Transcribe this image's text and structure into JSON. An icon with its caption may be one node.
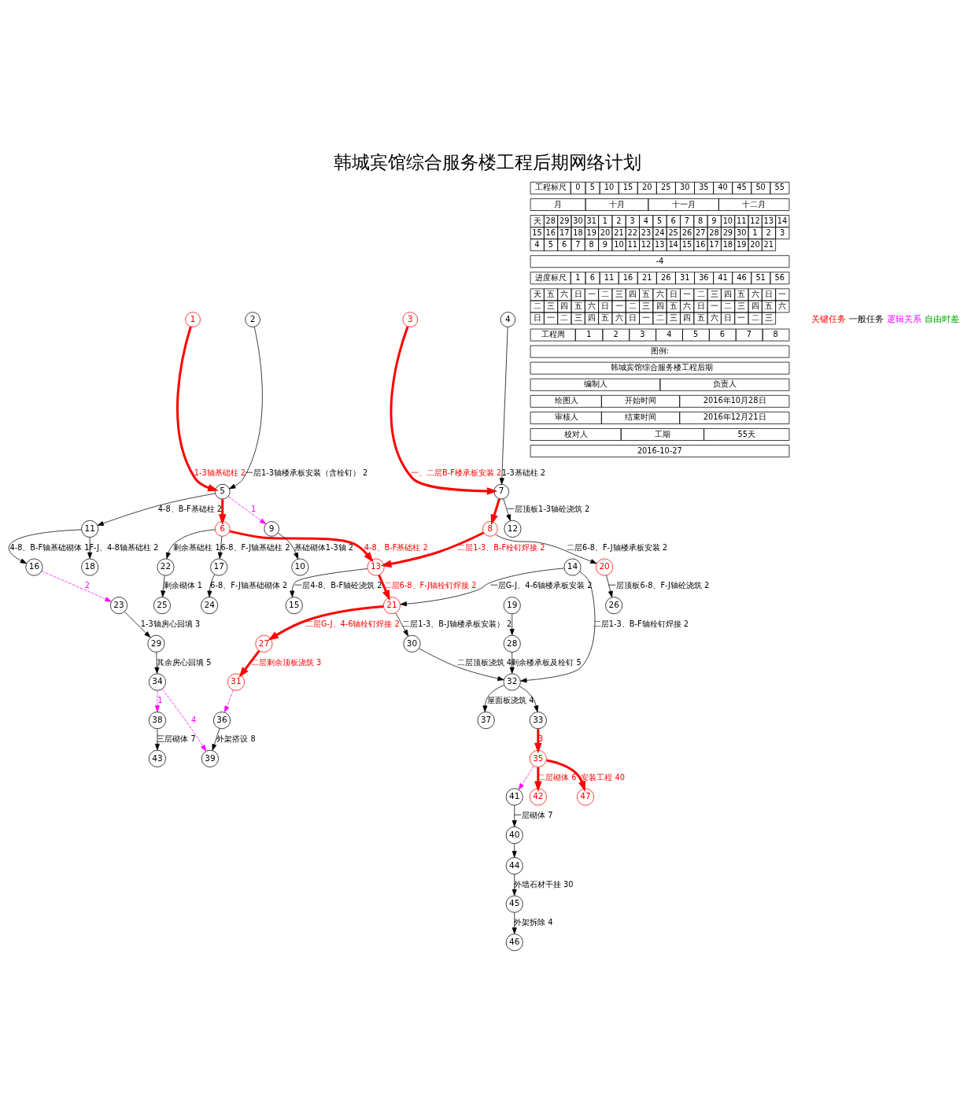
{
  "diagram": {
    "title": "韩城宾馆综合服务楼工程后期网络计划",
    "nodes": [
      {
        "text": [
          "1"
        ]
      },
      {
        "text": [
          "2"
        ]
      },
      {
        "text": [
          "3"
        ]
      },
      {
        "text": [
          "4"
        ]
      },
      {
        "text": [
          "5"
        ]
      },
      {
        "text": [
          "6"
        ]
      },
      {
        "text": [
          "7"
        ]
      },
      {
        "text": [
          "8"
        ]
      },
      {
        "text": [
          "9"
        ]
      },
      {
        "text": [
          "10"
        ]
      },
      {
        "text": [
          "11"
        ]
      },
      {
        "text": [
          "12"
        ]
      },
      {
        "text": [
          "13"
        ]
      },
      {
        "text": [
          "14"
        ]
      },
      {
        "text": [
          "15"
        ]
      },
      {
        "text": [
          "16"
        ]
      },
      {
        "text": [
          "17"
        ]
      },
      {
        "text": [
          "18"
        ]
      },
      {
        "text": [
          "19"
        ]
      },
      {
        "text": [
          "20"
        ]
      },
      {
        "text": [
          "21"
        ]
      },
      {
        "text": [
          "22"
        ]
      },
      {
        "text": [
          "23"
        ]
      },
      {
        "text": [
          "24"
        ]
      },
      {
        "text": [
          "25"
        ]
      },
      {
        "text": [
          "26"
        ]
      },
      {
        "text": [
          "27"
        ]
      },
      {
        "text": [
          "28"
        ]
      },
      {
        "text": [
          "29"
        ]
      },
      {
        "text": [
          "30"
        ]
      },
      {
        "text": [
          "31"
        ]
      },
      {
        "text": [
          "32"
        ]
      },
      {
        "text": [
          "33"
        ]
      },
      {
        "text": [
          "34"
        ]
      },
      {
        "text": [
          "35"
        ]
      },
      {
        "text": [
          "36"
        ]
      },
      {
        "text": [
          "37"
        ]
      },
      {
        "text": [
          "38"
        ]
      },
      {
        "text": [
          "39"
        ]
      },
      {
        "text": [
          "40"
        ]
      },
      {
        "text": [
          "41"
        ]
      },
      {
        "text": [
          "42"
        ]
      },
      {
        "text": [
          "43"
        ]
      },
      {
        "text": [
          "44"
        ]
      },
      {
        "text": [
          "45"
        ]
      },
      {
        "text": [
          "46"
        ]
      },
      {
        "text": [
          "47"
        ]
      }
    ],
    "edges": [
      {
        "from": 0,
        "to": 4,
        "arrow": "to",
        "label": "1-3轴基础柱 2",
        "style": "thick",
        "color": "#ff0000"
      },
      {
        "from": 4,
        "to": 8,
        "arrow": "to",
        "label": "1",
        "style": "dashed",
        "color": "#ff00ff"
      },
      {
        "from": 8,
        "to": 9,
        "arrow": "to",
        "label": "基础砌体1-3轴 2"
      },
      {
        "from": 4,
        "to": 5,
        "arrow": "to",
        "style": "thick",
        "color": "#ff0000"
      },
      {
        "from": 4,
        "to": 10,
        "arrow": "to",
        "label": "4-8、B-F基础柱 2"
      },
      {
        "from": 10,
        "to": 15,
        "arrow": "to",
        "label": "4-8、B-F轴基础砌体 1"
      },
      {
        "from": 5,
        "to": 12,
        "arrow": "to",
        "label": "4-8、B-F基础柱 2",
        "style": "thick",
        "color": "#ff0000"
      },
      {
        "from": 10,
        "to": 17,
        "arrow": "to",
        "label": "F-J、4-8轴基础柱 2"
      },
      {
        "from": 5,
        "to": 16,
        "arrow": "to",
        "label": "6-8、F-J轴基础柱 2"
      },
      {
        "from": 16,
        "to": 23,
        "arrow": "to",
        "label": "6-8、F-J轴基础砌体 2"
      },
      {
        "from": 5,
        "to": 21,
        "arrow": "to",
        "label": "剩余基础柱 1"
      },
      {
        "from": 21,
        "to": 24,
        "arrow": "to",
        "label": "剩余砌体 1"
      },
      {
        "from": 15,
        "to": 22,
        "arrow": "to",
        "label": "2",
        "style": "dashed",
        "color": "#ff00ff"
      },
      {
        "from": 22,
        "to": 28,
        "arrow": "to",
        "label": "1-3轴房心回填 3"
      },
      {
        "from": 28,
        "to": 33,
        "arrow": "to",
        "label": "其余房心回填 5"
      },
      {
        "from": 1,
        "to": 4,
        "arrow": "to",
        "label": "一层1-3轴楼承板安装（含栓钉） 2"
      },
      {
        "from": 3,
        "to": 6,
        "arrow": "to",
        "label": "1-3基础柱 2"
      },
      {
        "from": 2,
        "to": 6,
        "arrow": "to",
        "label": "一、二层B-F楼承板安装 2",
        "style": "thick",
        "color": "#ff0000"
      },
      {
        "from": 6,
        "to": 11,
        "arrow": "to",
        "label": "一层顶板1-3轴砼浇筑 2"
      },
      {
        "from": 6,
        "to": 7,
        "arrow": "to",
        "style": "thick",
        "color": "#ff0000"
      },
      {
        "from": 7,
        "to": 12,
        "arrow": "to",
        "label": "二层1-3、B-F栓钉焊接 2",
        "style": "thick",
        "color": "#ff0000"
      },
      {
        "from": 12,
        "to": 14,
        "arrow": "to",
        "label": "一层4-8、B-F轴砼浇筑 2"
      },
      {
        "from": 7,
        "to": 19,
        "arrow": "to",
        "label": "二层6-8、F-J轴楼承板安装 2"
      },
      {
        "from": 19,
        "to": 25,
        "arrow": "to",
        "label": "一层顶板6-8、F-J轴砼浇筑 2"
      },
      {
        "from": 12,
        "to": 20,
        "arrow": "to",
        "label": "二层6-8、F-J轴栓钉焊接 2",
        "style": "thick",
        "color": "#ff0000"
      },
      {
        "from": 13,
        "to": 20,
        "arrow": "to",
        "label": "一层G-J、4-6轴楼承板安装 2"
      },
      {
        "from": 20,
        "to": 26,
        "arrow": "to",
        "label": "二层G-J、4-6轴栓钉焊接 2",
        "style": "thick",
        "color": "#ff0000"
      },
      {
        "from": 26,
        "to": 30,
        "arrow": "to",
        "label": "二层剩余顶板浇筑 3",
        "style": "thick",
        "color": "#ff0000"
      },
      {
        "from": 20,
        "to": 29,
        "arrow": "to",
        "label": "二层1-3、B-J轴楼承板安装） 2"
      },
      {
        "from": 13,
        "to": 31,
        "arrow": "to",
        "label": "二层1-3、B-F轴栓钉焊接 2"
      },
      {
        "from": 18,
        "to": 27,
        "arrow": "to"
      },
      {
        "from": 27,
        "to": 31,
        "arrow": "to",
        "label": "剩余楼承板及栓钉 5"
      },
      {
        "from": 29,
        "to": 31,
        "arrow": "to",
        "label": "二层顶板浇筑 4"
      },
      {
        "from": 31,
        "to": 36,
        "arrow": "to",
        "label": "屋面板浇筑 4"
      },
      {
        "from": 31,
        "to": 32,
        "arrow": "to"
      },
      {
        "from": 32,
        "to": 34,
        "arrow": "to",
        "label": "3",
        "style": "thick",
        "color": "#ff0000"
      },
      {
        "from": 30,
        "to": 35,
        "arrow": "to",
        "style": "dashed",
        "color": "#ff00ff"
      },
      {
        "from": 33,
        "to": 37,
        "arrow": "to",
        "label": "1",
        "style": "dashed",
        "color": "#ff00ff"
      },
      {
        "from": 33,
        "to": 38,
        "arrow": "to",
        "label": "4",
        "style": "dashed",
        "color": "#ff00ff"
      },
      {
        "from": 34,
        "to": 41,
        "arrow": "to",
        "label": "二层砌体 6",
        "style": "thick",
        "color": "#ff0000"
      },
      {
        "from": 37,
        "to": 42,
        "arrow": "to",
        "label": "三层砌体 7"
      },
      {
        "from": 35,
        "to": 38,
        "arrow": "to",
        "label": "外架搭设 8"
      },
      {
        "from": 40,
        "to": 39,
        "arrow": "to",
        "label": "一层砌体 7"
      },
      {
        "from": 34,
        "to": 40,
        "arrow": "to",
        "style": "dashed",
        "color": "#ff00ff"
      },
      {
        "from": 39,
        "to": 43,
        "arrow": "to"
      },
      {
        "from": 43,
        "to": 44,
        "arrow": "to",
        "label": "外墙石材干挂 30"
      },
      {
        "from": 44,
        "to": 45,
        "arrow": "to",
        "label": "外架拆除 4"
      },
      {
        "from": 34,
        "to": 46,
        "arrow": "to",
        "label": "安装工程 40",
        "style": "thick",
        "color": "#ff0000"
      }
    ],
    "labels": [
      "工程标尺",
      "0",
      "5",
      "10",
      "15",
      "20",
      "25",
      "30",
      "35",
      "40",
      "45",
      "50",
      "55",
      "月",
      "十月",
      "十一月",
      "十二月",
      "天",
      "28",
      "29",
      "30",
      "31",
      "1",
      "2",
      "3",
      "4",
      "5",
      "6",
      "7",
      "8",
      "9",
      "10",
      "11",
      "12",
      "13",
      "14",
      "15",
      "16",
      "17",
      "18",
      "19",
      "20",
      "21",
      "22",
      "23",
      "24",
      "25",
      "26",
      "27",
      "28",
      "29",
      "30",
      "1",
      "2",
      "3",
      "4",
      "5",
      "6",
      "7",
      "8",
      "9",
      "10",
      "11",
      "12",
      "13",
      "14",
      "15",
      "16",
      "17",
      "18",
      "19",
      "20",
      "21",
      "-4",
      "进度标尺",
      "1",
      "6",
      "11",
      "16",
      "21",
      "26",
      "31",
      "36",
      "41",
      "46",
      "51",
      "56",
      "天",
      "五",
      "六",
      "日",
      "一",
      "二",
      "三",
      "四",
      "五",
      "六",
      "日",
      "一",
      "二",
      "三",
      "四",
      "五",
      "六",
      "日",
      "一",
      "二",
      "三",
      "四",
      "五",
      "六",
      "日",
      "一",
      "二",
      "三",
      "四",
      "五",
      "六",
      "日",
      "一",
      "二",
      "三",
      "四",
      "五",
      "六",
      "日",
      "一",
      "二",
      "三",
      "四",
      "五",
      "六",
      "日",
      "一",
      "二",
      "三",
      "四",
      "五",
      "六",
      "日",
      "一",
      "二",
      "三",
      "工程周",
      "1",
      "2",
      "3",
      "4",
      "5",
      "6",
      "7",
      "8",
      "图例:",
      "韩城宾馆综合服务楼工程后期",
      "编制人",
      "负责人",
      "绘图人",
      "开始时间",
      "2016年10月28日",
      "审核人",
      "结束时间",
      "2016年12月21日",
      "校对人",
      "工期",
      "55天",
      "2016-10-27"
    ],
    "legend": [
      {
        "text": "关键任务"
      },
      {
        "text": "一般任务"
      },
      {
        "text": "逻辑关系"
      },
      {
        "text": "自由时差"
      }
    ]
  }
}
